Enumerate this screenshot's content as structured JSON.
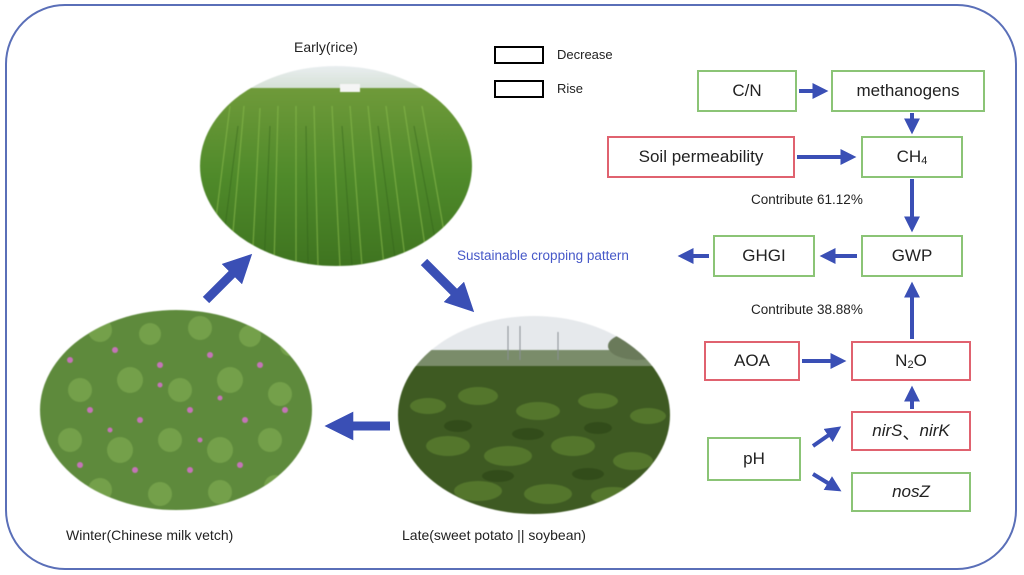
{
  "captions": {
    "early": "Early(rice)",
    "late": "Late(sweet potato || soybean)",
    "winter": "Winter(Chinese milk vetch)"
  },
  "legend": {
    "decrease": "Decrease",
    "rise": "Rise"
  },
  "nodes": {
    "cn": "C/N",
    "methanogens": "methanogens",
    "soil_permeability": "Soil permeability",
    "ch4": "CH",
    "ch4_sub": "4",
    "gwp": "GWP",
    "ghgi": "GHGI",
    "aoa": "AOA",
    "n2o_left": "N",
    "n2o_sub": "2",
    "n2o_right": "O",
    "nirs": "nirS",
    "sep": "、",
    "nirk": "nirK",
    "ph": "pH",
    "nosz": "nosZ"
  },
  "notes": {
    "contribute_ch4": "Contribute 61.12%",
    "contribute_n2o": "Contribute 38.88%",
    "sustainable": "Sustainable cropping pattern"
  },
  "colors": {
    "decrease": "#8bc476",
    "rise": "#e0626f",
    "arrow": "#3a4fb5",
    "frame": "#5a6fb8",
    "sustainable_text": "#4658c8"
  }
}
